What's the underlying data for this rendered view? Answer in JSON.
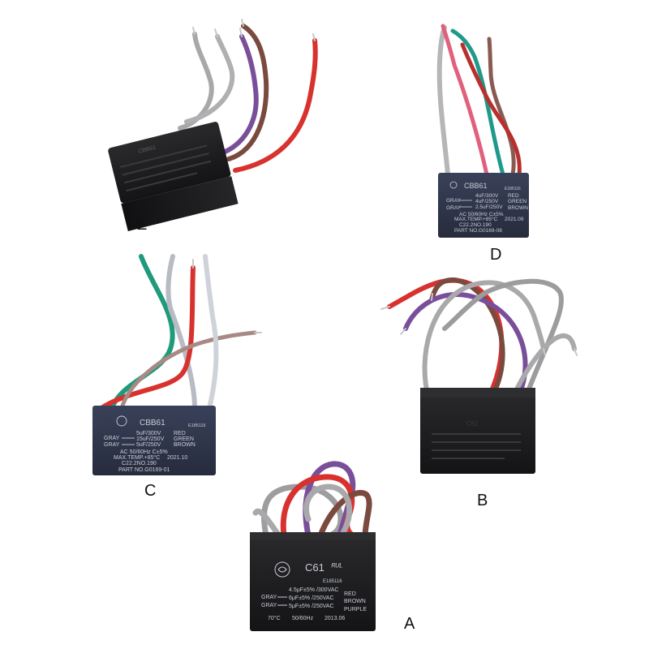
{
  "panels": {
    "E": {
      "letter": "E",
      "lines": [
        "CBB61"
      ],
      "wires": [
        "gray",
        "gray",
        "purple",
        "brown",
        "red"
      ]
    },
    "D": {
      "letter": "D",
      "lines": [
        "CBB61",
        "E185116",
        "4uF/300V",
        "RED",
        "GRAY",
        "4uF/250V",
        "GREEN",
        "GRAY",
        "2.5uF/250V",
        "BROWN",
        "AC 50/60Hz C±5%",
        "MAX.TEMP.+85°C",
        "2021.09",
        "C22.2NO.190",
        "PART NO.G0169-08"
      ],
      "wires": [
        "gray",
        "pink",
        "teal",
        "brown",
        "red"
      ]
    },
    "C": {
      "letter": "C",
      "lines": [
        "CBB61",
        "E185116",
        "5uF/300V",
        "RED",
        "GRAY",
        "15uF/250V",
        "GREEN",
        "GRAY",
        "5uF/250V",
        "BROWN",
        "AC 50/60Hz C±5%",
        "MAX.TEMP.+85°C",
        "2021.10",
        "C22.2NO.190",
        "PART NO.G0169-01"
      ],
      "wires": [
        "green",
        "gray",
        "red",
        "brown",
        "gray"
      ]
    },
    "B": {
      "letter": "B",
      "lines": [
        "C61"
      ],
      "wires": [
        "red",
        "brown",
        "purple",
        "gray",
        "gray"
      ]
    },
    "A": {
      "letter": "A",
      "lines": [
        "C61",
        "E185116",
        "4.5μF±5% /300VAC",
        "RED",
        "GRAY",
        "6μF±5% /250VAC",
        "BROWN",
        "GRAY",
        "5μF±5% /250VAC",
        "PURPLE",
        "70°C",
        "50/60Hz",
        "2013.06"
      ],
      "wires": [
        "gray",
        "purple",
        "red",
        "brown",
        "gray"
      ]
    }
  },
  "colors": {
    "background": "#ffffff",
    "black_body": "#1b1b1d",
    "navy_body": "#2c3345",
    "print_light": "#c9cdd6",
    "wire_gray": "#a9a9ab",
    "wire_red": "#d8322f",
    "wire_brown": "#7a4a3e",
    "wire_purple": "#7a4f9a",
    "wire_green": "#1f9a7a",
    "wire_pink": "#e0607e"
  }
}
